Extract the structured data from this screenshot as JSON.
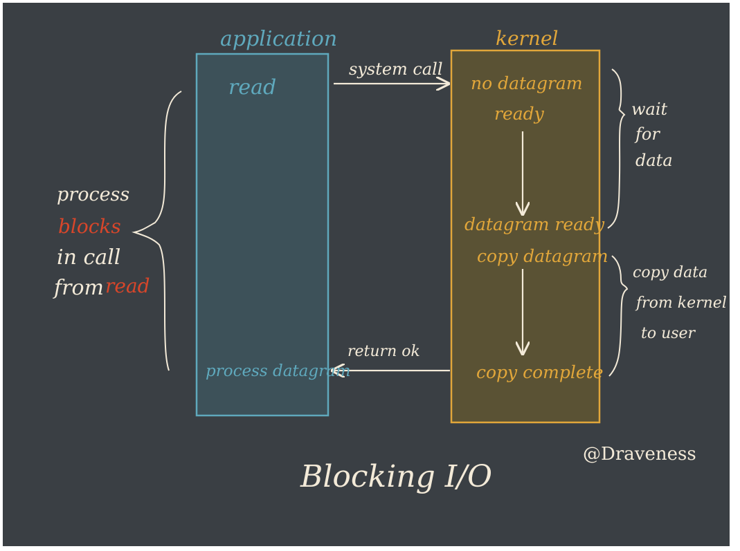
{
  "diagram": {
    "application_label": "application",
    "kernel_label": "kernel",
    "app_read": "read",
    "app_process_datagram": "process datagram",
    "kernel_no_datagram": "no datagram",
    "kernel_ready": "ready",
    "kernel_datagram_ready": "datagram ready",
    "kernel_copy_datagram": "copy datagram",
    "kernel_copy_complete": "copy complete",
    "system_call_label": "system call",
    "return_ok_label": "return ok",
    "wait_for_data": [
      "wait",
      "for",
      "data"
    ],
    "copy_data_note": [
      "copy data",
      "from kernel",
      "to user"
    ],
    "left_note": {
      "line1": "process",
      "line2": "blocks",
      "line3": "in call",
      "line4_prefix": "from",
      "line4_highlight": "read"
    },
    "title": "Blocking I/O",
    "credit": "@Draveness"
  },
  "colors": {
    "background": "#3a3f44",
    "application": "#5fa9bd",
    "kernel": "#e2a73a",
    "chalk": "#f3ead8",
    "highlight": "#d8462a"
  }
}
